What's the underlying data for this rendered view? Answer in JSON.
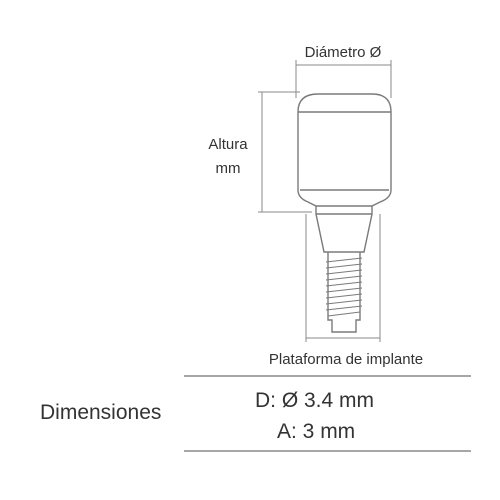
{
  "labels": {
    "diameter": "Diámetro Ø",
    "height_line1": "Altura",
    "height_line2": "mm",
    "platform": "Plataforma de implante"
  },
  "dimensions": {
    "title": "Dimensiones",
    "diameter_value": "D: Ø 3.4 mm",
    "height_value": "A: 3 mm"
  },
  "colors": {
    "text": "#333333",
    "lines": "#8a8a8a"
  }
}
